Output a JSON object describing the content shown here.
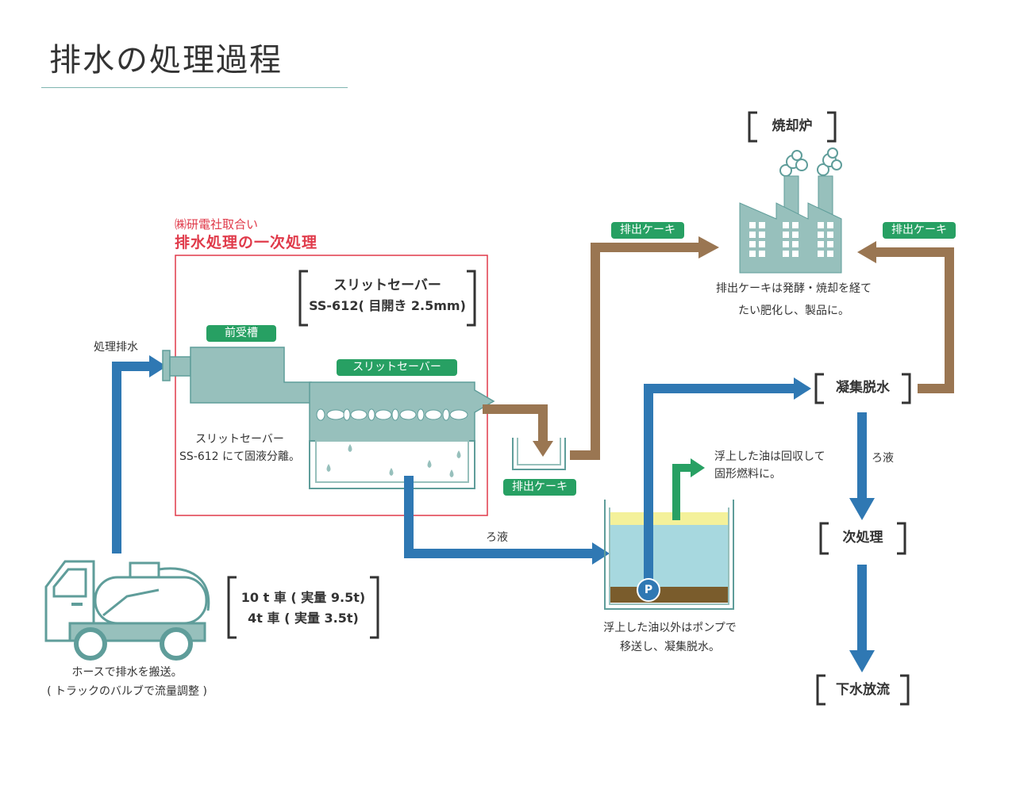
{
  "page": {
    "title": "排水の処理過程"
  },
  "partner": {
    "company": "㈱研電社取合い",
    "heading": "排水処理の一次処理"
  },
  "machine": {
    "name": "スリットセーバー",
    "model": "SS-612( 目開き 2.5mm)",
    "pretank_label": "前受槽",
    "screen_label": "スリットセーバー",
    "description_line1": "スリットセーバー",
    "description_line2": "SS-612 にて固液分離。"
  },
  "truck": {
    "line1": "10 t 車 ( 実量 9.5t)",
    "line2": "4t 車 ( 実量 3.5t)",
    "caption_line1": "ホースで排水を搬送。",
    "caption_line2": "( トラックのバルブで流量調整 )"
  },
  "flow_labels": {
    "intake": "処理排水",
    "filtrate_1": "ろ液",
    "filtrate_2": "ろ液",
    "cake_tray": "排出ケーキ",
    "cake_to_incinerator": "排出ケーキ",
    "cake_from_dewater": "排出ケーキ"
  },
  "incinerator": {
    "label": "焼却炉",
    "note_line1": "排出ケーキは発酵・焼却を経て",
    "note_line2": "たい肥化し、製品に。"
  },
  "separation_tank": {
    "pump_label": "P",
    "oil_note_line1": "浮上した油は回収して",
    "oil_note_line2": "固形燃料に。",
    "caption_line1": "浮上した油以外はポンプで",
    "caption_line2": "移送し、凝集脱水。"
  },
  "stages": {
    "dewatering": "凝集脱水",
    "next_treatment": "次処理",
    "discharge": "下水放流"
  },
  "colors": {
    "flow_blue": "#2f78b3",
    "cake_brown": "#9a7652",
    "oil_green": "#27a063",
    "equipment_teal": "#97c0bc",
    "outline_teal": "#5f9d9a",
    "partner_red": "#e03a4a",
    "water": "#a7d8df",
    "oil_layer": "#f4f19a",
    "sludge": "#7a5c2c"
  }
}
